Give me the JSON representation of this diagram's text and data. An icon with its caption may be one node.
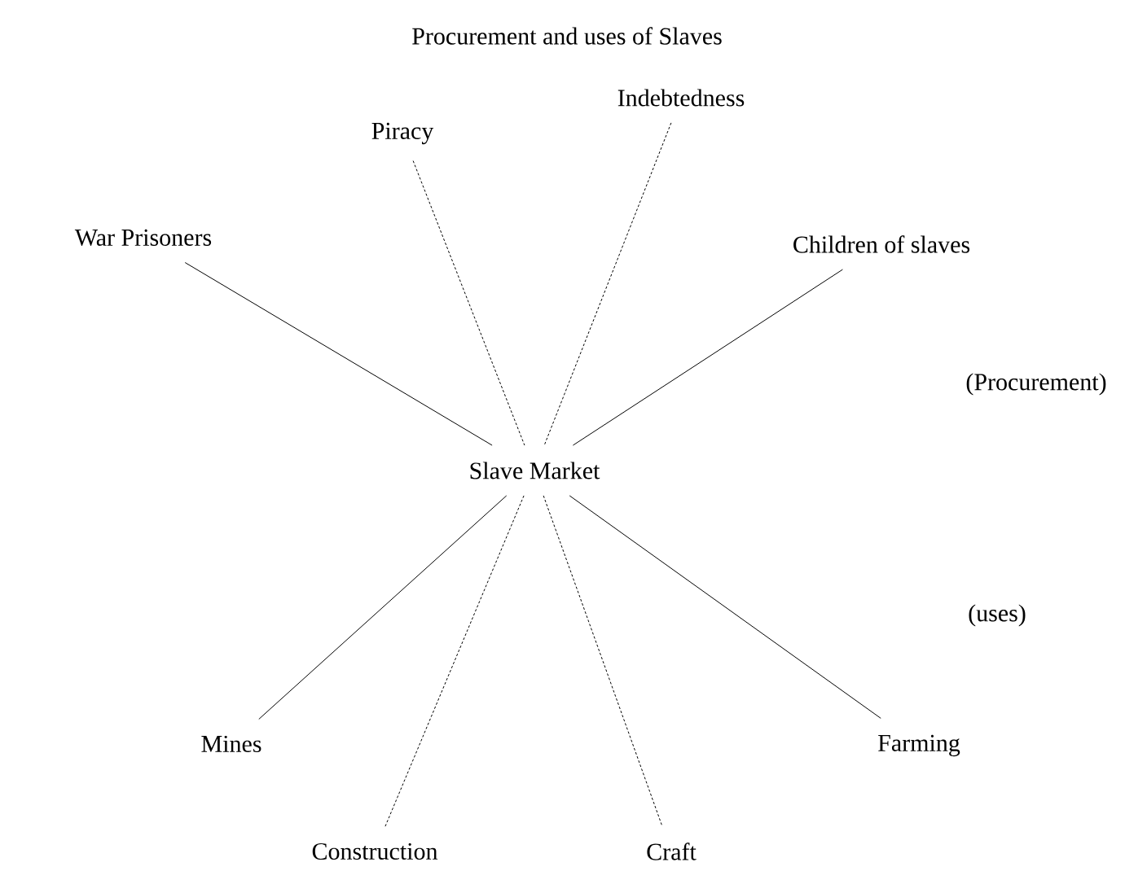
{
  "diagram": {
    "title": "Procurement and uses of Slaves",
    "nodes": [
      {
        "text": [
          "Slave Market"
        ]
      },
      {
        "text": [
          "War Prisoners"
        ]
      },
      {
        "text": [
          "Piracy"
        ]
      },
      {
        "text": [
          "Indebtedness"
        ]
      },
      {
        "text": [
          "Children of slaves"
        ]
      },
      {
        "text": [
          "Mines"
        ]
      },
      {
        "text": [
          "Construction"
        ]
      },
      {
        "text": [
          "Craft"
        ]
      },
      {
        "text": [
          "Farming"
        ]
      }
    ],
    "edges": [
      {
        "from": 1,
        "to": 0,
        "arrow": "none"
      },
      {
        "from": 2,
        "to": 0,
        "arrow": "none",
        "style": "dashed"
      },
      {
        "from": 3,
        "to": 0,
        "arrow": "none",
        "style": "dashed"
      },
      {
        "from": 4,
        "to": 0,
        "arrow": "none"
      },
      {
        "from": 0,
        "to": 5,
        "arrow": "none"
      },
      {
        "from": 0,
        "to": 6,
        "arrow": "none",
        "style": "dashed"
      },
      {
        "from": 0,
        "to": 7,
        "arrow": "none",
        "style": "dashed"
      },
      {
        "from": 0,
        "to": 8,
        "arrow": "none"
      }
    ],
    "labels": [
      "(Procurement)",
      "(uses)"
    ]
  }
}
